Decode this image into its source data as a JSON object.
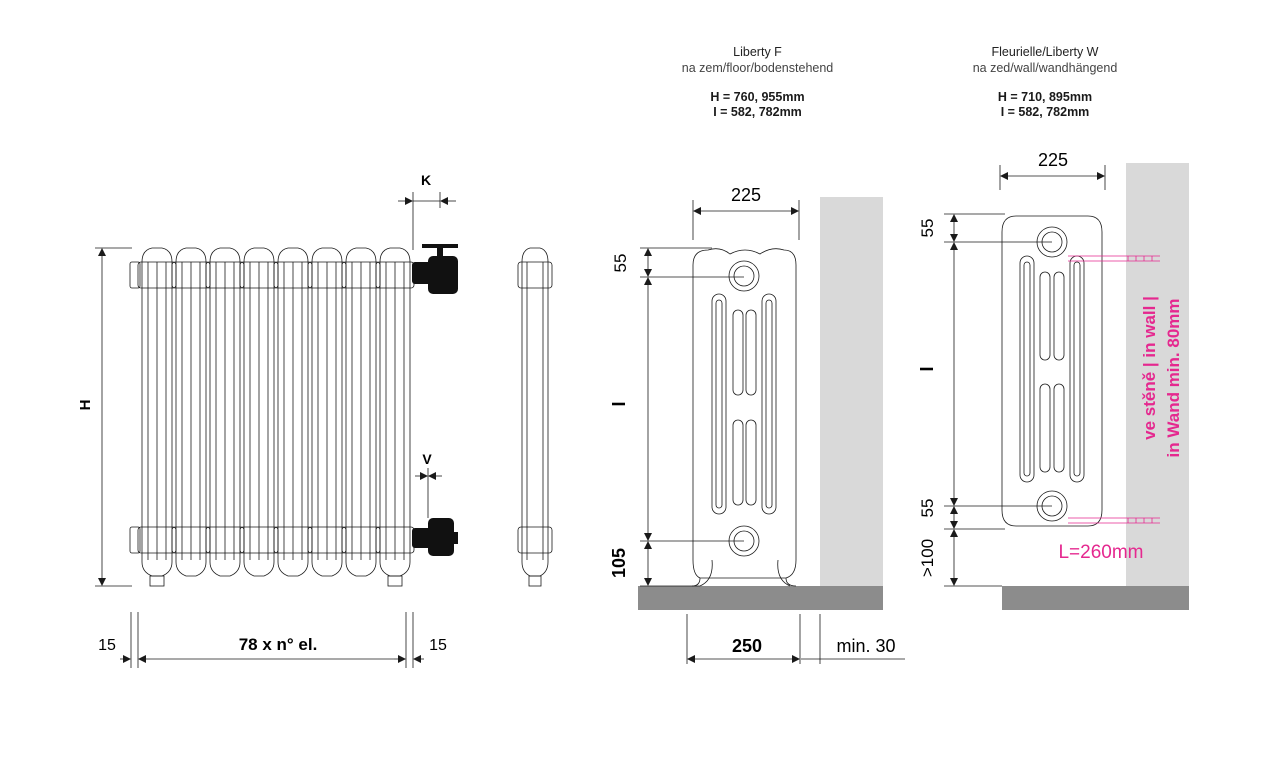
{
  "headers": {
    "liberty_f": {
      "title": "Liberty F",
      "subtitle": "na zem/floor/bodenstehend",
      "dims": [
        "H = 760, 955mm",
        "I = 582, 782mm"
      ]
    },
    "liberty_w": {
      "title": "Fleurielle/Liberty W",
      "subtitle": "na zed/wall/wandhängend",
      "dims": [
        "H = 710, 895mm",
        "I = 582, 782mm"
      ]
    }
  },
  "left_view": {
    "k": "K",
    "v": "V",
    "h": "H",
    "left_margin": "15",
    "width_formula": "78 x n° el.",
    "right_margin": "15"
  },
  "floor_view": {
    "depth": "225",
    "top_offset": "55",
    "axis": "I",
    "floor_height": "105",
    "foot_width": "250",
    "wall_gap": "min. 30"
  },
  "wall_view": {
    "depth": "225",
    "top_offset": "55",
    "axis": "I",
    "bottom_offset": "55",
    "floor_gap": ">100",
    "anchor_note_1": "ve stěně | in wall |",
    "anchor_note_2": "in Wand min. 80mm",
    "anchor_length": "L=260mm"
  },
  "colors": {
    "accent": "#e5288f",
    "wall": "#d9d9d9",
    "floor": "#8c8c8c",
    "line": "#1a1a1a"
  }
}
